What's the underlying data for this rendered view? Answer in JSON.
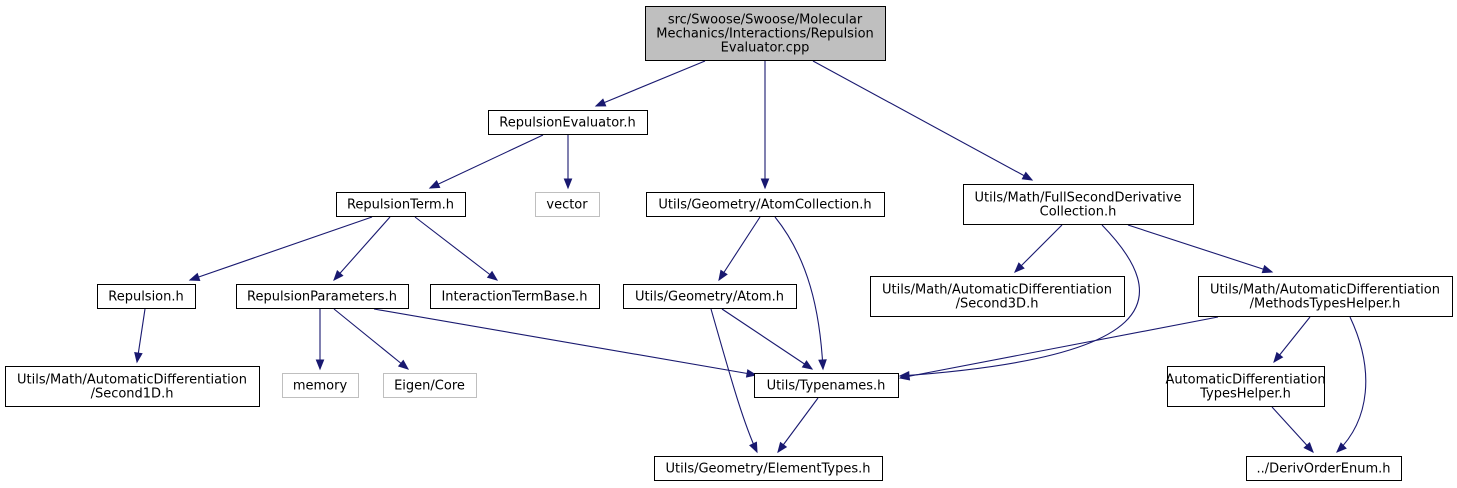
{
  "diagram": {
    "type": "include-dependency-graph",
    "colors": {
      "edge": "#191970",
      "root_fill": "#bfbfbf",
      "external_border": "#bfbfbf"
    },
    "nodes": [
      {
        "id": "root",
        "lines": [
          "src/Swoose/Swoose/Molecular",
          "Mechanics/Interactions/Repulsion",
          "Evaluator.cpp"
        ],
        "kind": "root"
      },
      {
        "id": "repulsion_evaluator_h",
        "lines": [
          "RepulsionEvaluator.h"
        ],
        "kind": "file"
      },
      {
        "id": "repulsion_term_h",
        "lines": [
          "RepulsionTerm.h"
        ],
        "kind": "file"
      },
      {
        "id": "vector",
        "lines": [
          "vector"
        ],
        "kind": "external"
      },
      {
        "id": "atom_collection_h",
        "lines": [
          "Utils/Geometry/AtomCollection.h"
        ],
        "kind": "file"
      },
      {
        "id": "full_second_derivative_h",
        "lines": [
          "Utils/Math/FullSecondDerivative",
          "Collection.h"
        ],
        "kind": "file"
      },
      {
        "id": "repulsion_h",
        "lines": [
          "Repulsion.h"
        ],
        "kind": "file"
      },
      {
        "id": "repulsion_parameters_h",
        "lines": [
          "RepulsionParameters.h"
        ],
        "kind": "file"
      },
      {
        "id": "interaction_term_base_h",
        "lines": [
          "InteractionTermBase.h"
        ],
        "kind": "file"
      },
      {
        "id": "atom_h",
        "lines": [
          "Utils/Geometry/Atom.h"
        ],
        "kind": "file"
      },
      {
        "id": "second3d_h",
        "lines": [
          "Utils/Math/AutomaticDifferentiation",
          "/Second3D.h"
        ],
        "kind": "file"
      },
      {
        "id": "methods_types_helper_h",
        "lines": [
          "Utils/Math/AutomaticDifferentiation",
          "/MethodsTypesHelper.h"
        ],
        "kind": "file"
      },
      {
        "id": "second1d_h",
        "lines": [
          "Utils/Math/AutomaticDifferentiation",
          "/Second1D.h"
        ],
        "kind": "file"
      },
      {
        "id": "memory",
        "lines": [
          "memory"
        ],
        "kind": "external"
      },
      {
        "id": "eigen_core",
        "lines": [
          "Eigen/Core"
        ],
        "kind": "external"
      },
      {
        "id": "typenames_h",
        "lines": [
          "Utils/Typenames.h"
        ],
        "kind": "file"
      },
      {
        "id": "ad_types_helper_h",
        "lines": [
          "AutomaticDifferentiation",
          "TypesHelper.h"
        ],
        "kind": "file"
      },
      {
        "id": "element_types_h",
        "lines": [
          "Utils/Geometry/ElementTypes.h"
        ],
        "kind": "file"
      },
      {
        "id": "deriv_order_enum_h",
        "lines": [
          "../DerivOrderEnum.h"
        ],
        "kind": "file"
      }
    ],
    "edges": [
      {
        "from": "root",
        "to": "repulsion_evaluator_h"
      },
      {
        "from": "root",
        "to": "atom_collection_h"
      },
      {
        "from": "root",
        "to": "full_second_derivative_h"
      },
      {
        "from": "repulsion_evaluator_h",
        "to": "repulsion_term_h"
      },
      {
        "from": "repulsion_evaluator_h",
        "to": "vector"
      },
      {
        "from": "repulsion_term_h",
        "to": "repulsion_h"
      },
      {
        "from": "repulsion_term_h",
        "to": "repulsion_parameters_h"
      },
      {
        "from": "repulsion_term_h",
        "to": "interaction_term_base_h"
      },
      {
        "from": "repulsion_h",
        "to": "second1d_h"
      },
      {
        "from": "repulsion_parameters_h",
        "to": "memory"
      },
      {
        "from": "repulsion_parameters_h",
        "to": "eigen_core"
      },
      {
        "from": "repulsion_parameters_h",
        "to": "typenames_h"
      },
      {
        "from": "atom_collection_h",
        "to": "atom_h"
      },
      {
        "from": "atom_collection_h",
        "to": "typenames_h"
      },
      {
        "from": "atom_h",
        "to": "typenames_h"
      },
      {
        "from": "atom_h",
        "to": "element_types_h"
      },
      {
        "from": "typenames_h",
        "to": "element_types_h"
      },
      {
        "from": "full_second_derivative_h",
        "to": "second3d_h"
      },
      {
        "from": "full_second_derivative_h",
        "to": "methods_types_helper_h"
      },
      {
        "from": "full_second_derivative_h",
        "to": "typenames_h"
      },
      {
        "from": "methods_types_helper_h",
        "to": "typenames_h"
      },
      {
        "from": "methods_types_helper_h",
        "to": "ad_types_helper_h"
      },
      {
        "from": "methods_types_helper_h",
        "to": "deriv_order_enum_h"
      },
      {
        "from": "ad_types_helper_h",
        "to": "deriv_order_enum_h"
      }
    ]
  }
}
